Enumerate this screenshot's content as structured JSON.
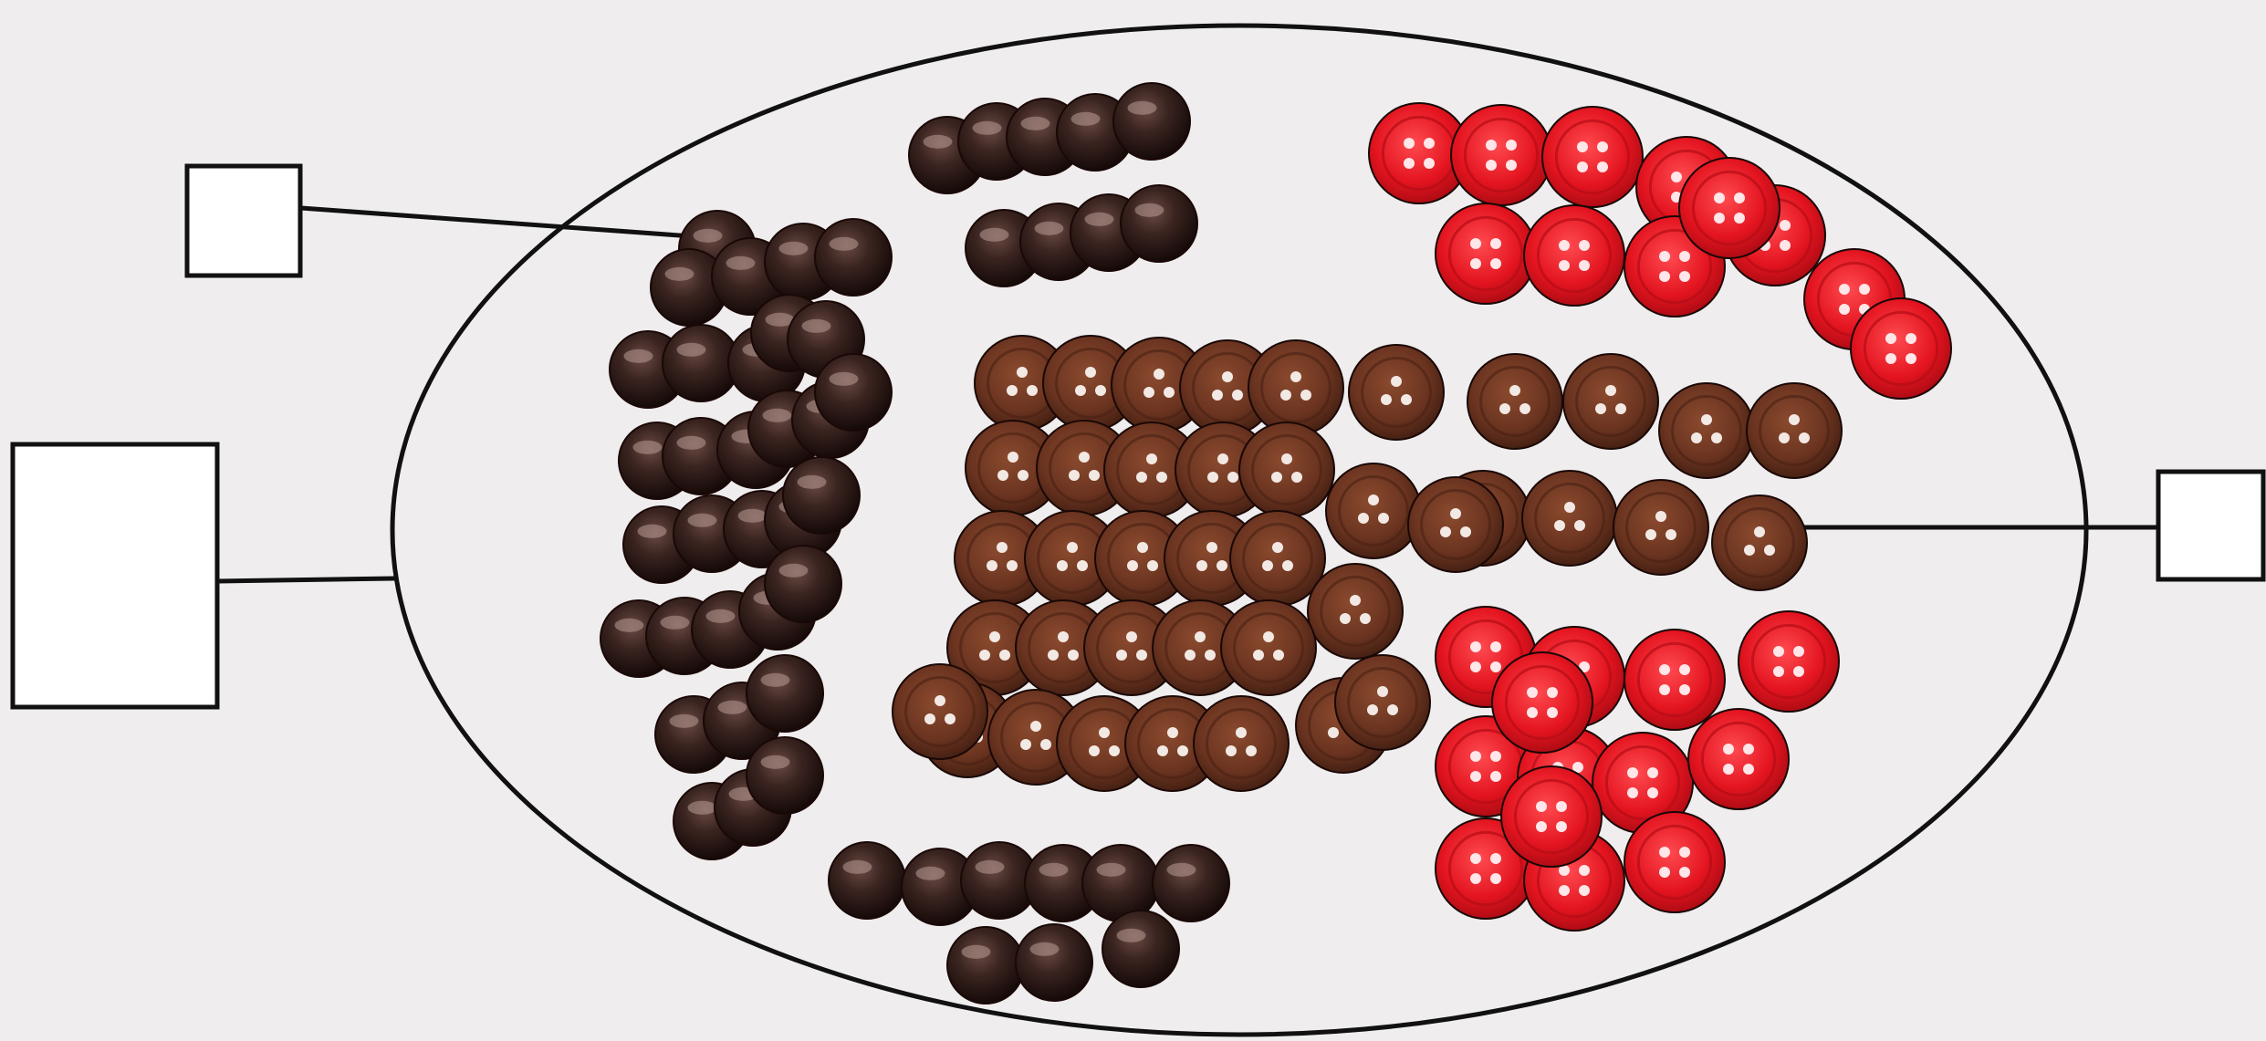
{
  "diagram": {
    "title": "",
    "answer_boxes": [
      {
        "id": "top-left-answer-box",
        "value": ""
      },
      {
        "id": "left-answer-box",
        "value": ""
      },
      {
        "id": "right-answer-box",
        "value": ""
      }
    ],
    "groups": [
      {
        "name": "dark-beads",
        "kind": "bead",
        "color": "#2b1714",
        "count": 50
      },
      {
        "name": "brown-three-hole-buttons",
        "kind": "button-3hole",
        "color": "#6b3420",
        "count": 41
      },
      {
        "name": "red-four-hole-buttons-top",
        "kind": "button-4hole",
        "color": "#e3141f",
        "count": 11
      },
      {
        "name": "red-four-hole-buttons-bottom",
        "kind": "button-4hole",
        "color": "#e3141f",
        "count": 13
      }
    ],
    "colors": {
      "background": "#efedee",
      "outline": "#111111",
      "box_fill": "#ffffff"
    }
  }
}
